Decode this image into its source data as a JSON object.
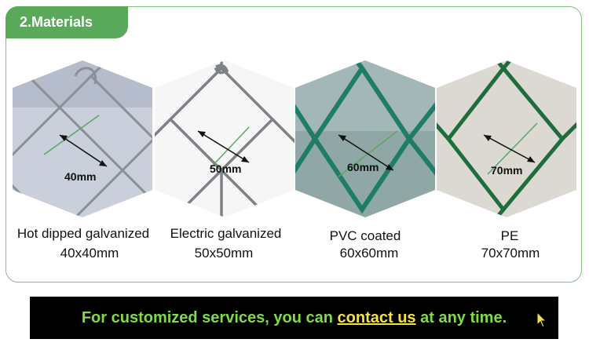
{
  "section": {
    "tag_label": "2.Materials"
  },
  "materials": [
    {
      "name": "Hot dipped galvanized",
      "size": "40x40mm",
      "mesh_label": "40mm"
    },
    {
      "name": "Electric galvanized",
      "size": "50x50mm",
      "mesh_label": "50mm"
    },
    {
      "name": "PVC coated",
      "size": "60x60mm",
      "mesh_label": "60mm"
    },
    {
      "name": "PE",
      "size": "70x70mm",
      "mesh_label": "70mm"
    }
  ],
  "banner": {
    "text_before": "For customized services, you can ",
    "link_text": "contact us",
    "text_after": " at any time."
  },
  "colors": {
    "border": "#7cc27a",
    "tag_bg": "#5aa85a",
    "banner_bg": "#000000",
    "banner_text": "#7edc47",
    "link": "#f6e04a"
  }
}
